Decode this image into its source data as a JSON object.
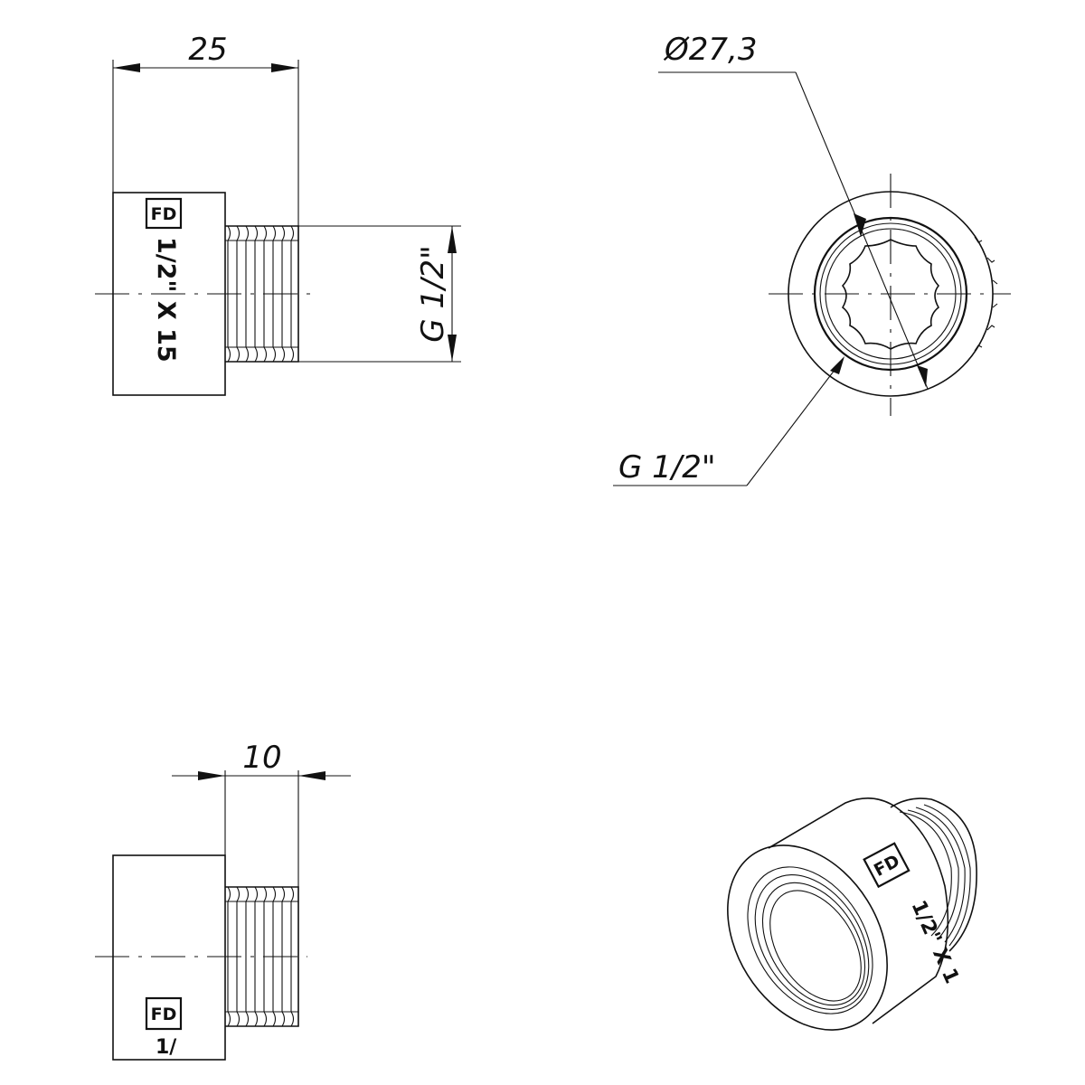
{
  "dimensions": {
    "length_total": "25",
    "thread_label_side": "G 1/2\"",
    "outer_diameter": "Ø27,3",
    "thread_label_end": "G 1/2\"",
    "thread_length": "10"
  },
  "marking": {
    "logo": "FD",
    "side_text": "1/2\" X 15",
    "iso_text": "1/2\" X 1"
  },
  "views": [
    "side-view-top",
    "end-view",
    "side-view-bottom",
    "isometric-view"
  ]
}
